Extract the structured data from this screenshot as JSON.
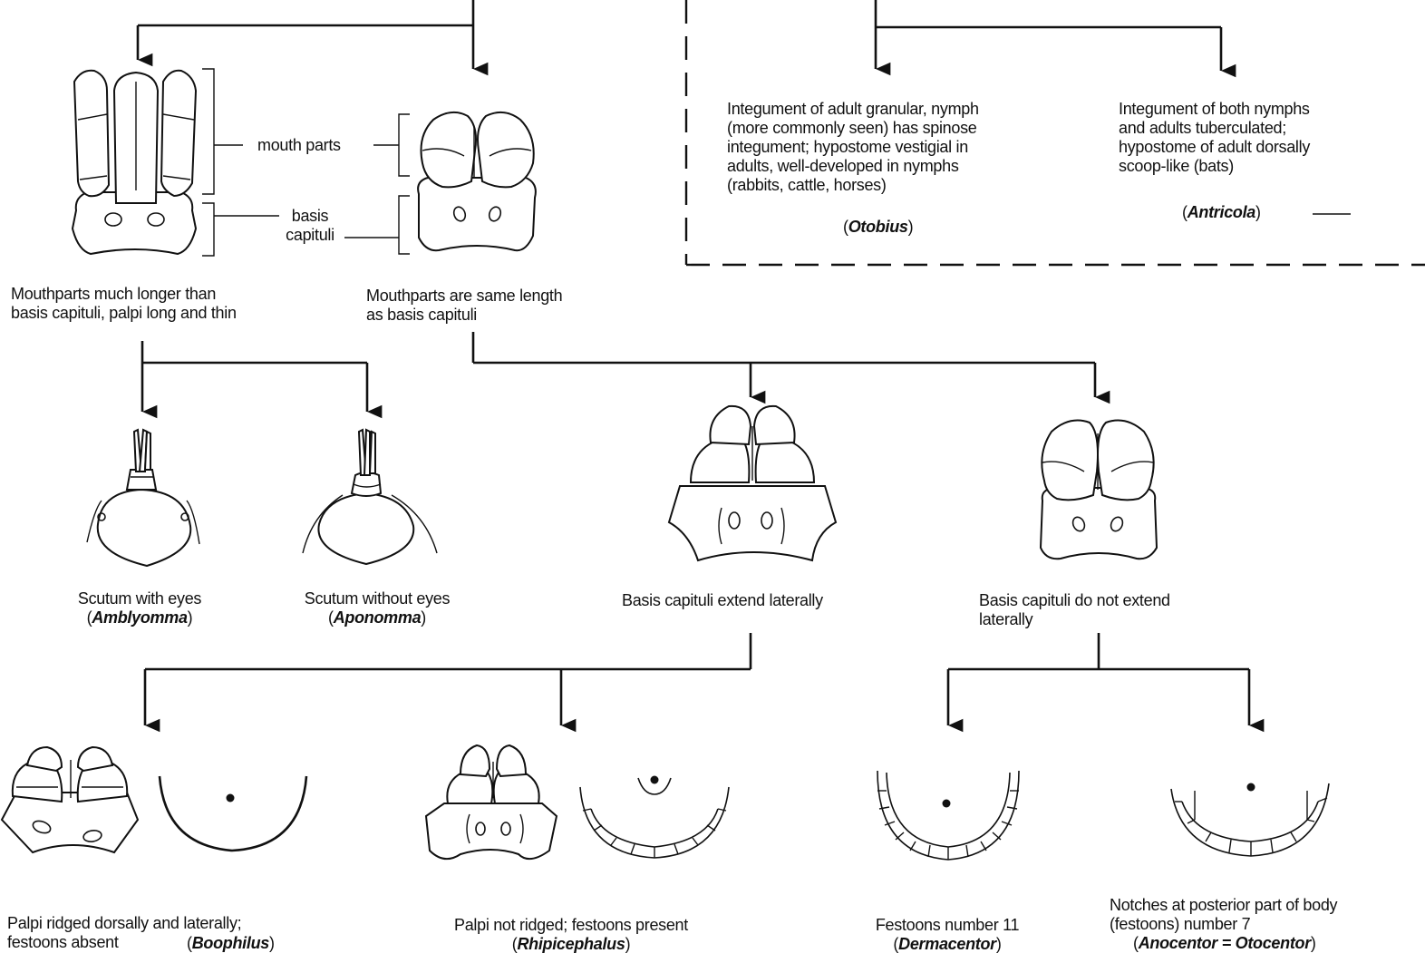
{
  "labels": {
    "mouth_parts": "mouth parts",
    "basis_capituli": "basis\ncapituli",
    "mouthparts_longer": "Mouthparts much longer than\nbasis capituli, palpi long and thin",
    "mouthparts_same": "Mouthparts are same length\nas basis capituli",
    "otobius_desc": "Integument of adult granular, nymph\n(more commonly seen) has spinose\nintegument; hypostome vestigial in\nadults, well-developed in nymphs\n(rabbits, cattle, horses)",
    "antricola_desc": "Integument of both nymphs\nand adults tuberculated;\nhypostome of adult dorsally\nscoop-like (bats)",
    "scutum_eyes": "Scutum with eyes",
    "scutum_no_eyes": "Scutum without eyes",
    "basis_extend": "Basis capituli extend laterally",
    "basis_not_extend": "Basis capituli do not extend\nlaterally",
    "boophilus_desc": "Palpi ridged dorsally and laterally;\nfestoons absent",
    "rhipicephalus_desc": "Palpi not ridged; festoons present",
    "dermacentor_desc": "Festoons number 11",
    "anocentor_desc": "Notches at posterior part of body\n(festoons) number 7"
  },
  "genera": {
    "otobius": "Otobius",
    "antricola": "Antricola",
    "amblyomma": "Amblyomma",
    "aponomma": "Aponomma",
    "boophilus": "Boophilus",
    "rhipicephalus": "Rhipicephalus",
    "dermacentor": "Dermacentor",
    "anocentor": "Anocentor = Otocentor"
  },
  "punct": {
    "open": "(",
    "close": ")"
  }
}
